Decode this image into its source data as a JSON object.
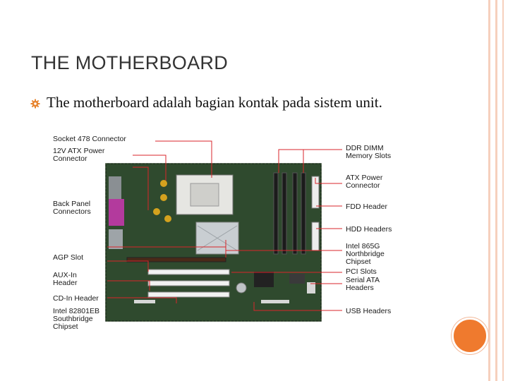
{
  "title": "THE MOTHERBOARD",
  "bullets": [
    {
      "text": "The motherboard adalah bagian kontak pada sistem unit."
    }
  ],
  "colors": {
    "accent": "#ef7a2e",
    "edge_lines": "#f6d0bd",
    "leader_lines": "#d9262b",
    "board": "#2f4a2e"
  },
  "icons": {
    "bullet": "gear-bullet-icon"
  },
  "diagram_labels": {
    "left": [
      {
        "id": "socket",
        "text": "Socket 478 Connector"
      },
      {
        "id": "atx12v",
        "text": "12V ATX Power\nConnector"
      },
      {
        "id": "backpanel",
        "text": "Back Panel\nConnectors"
      },
      {
        "id": "agp",
        "text": "AGP Slot"
      },
      {
        "id": "auxin",
        "text": "AUX-In\nHeader"
      },
      {
        "id": "cdin",
        "text": "CD-In Header"
      },
      {
        "id": "southbridge",
        "text": "Intel 82801EB\nSouthbridge\nChipset"
      }
    ],
    "right": [
      {
        "id": "ddr",
        "text": "DDR DIMM\nMemory Slots"
      },
      {
        "id": "atxpower",
        "text": "ATX Power\nConnector"
      },
      {
        "id": "fdd",
        "text": "FDD Header"
      },
      {
        "id": "hdd",
        "text": "HDD Headers"
      },
      {
        "id": "northbridge",
        "text": "Intel 865G\nNorthbridge\nChipset"
      },
      {
        "id": "pci",
        "text": "PCI Slots"
      },
      {
        "id": "sata",
        "text": "Serial ATA\nHeaders"
      },
      {
        "id": "usb",
        "text": "USB Headers"
      }
    ]
  }
}
